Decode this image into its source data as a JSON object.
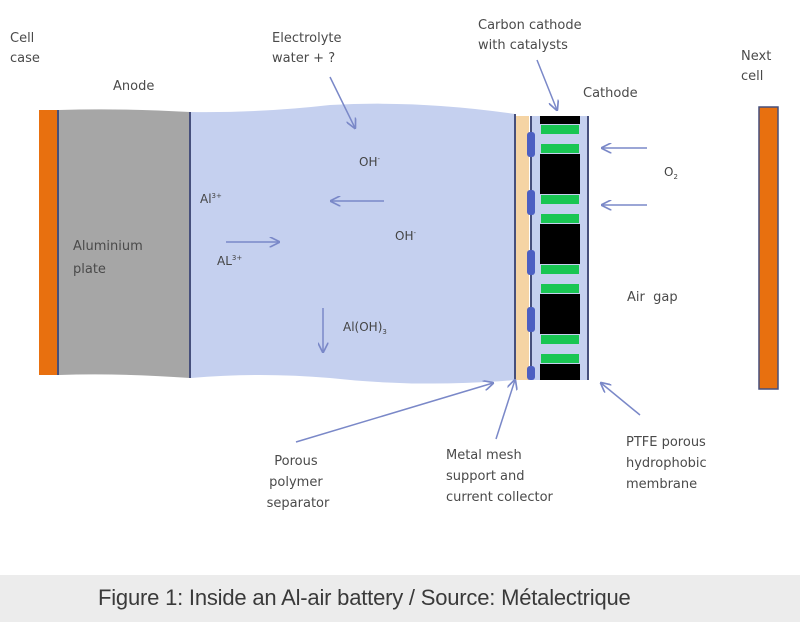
{
  "figure": {
    "caption": "Figure 1: Inside an Al-air battery / Source: Métalectrique",
    "colors": {
      "cell_case": "#e8700f",
      "aluminium_plate": "#a6a6a6",
      "electrolyte": "#c5d0ef",
      "separator": "#f5d4a4",
      "mesh": "#4c5fc2",
      "catalyst": "#19c653",
      "carbon": "#000000",
      "border_line": "#464f7c",
      "arrow": "#7a88c8"
    },
    "labels": {
      "cell_case": [
        "Cell",
        "case"
      ],
      "anode": "Anode",
      "electrolyte": [
        "Electrolyte",
        "water + ?"
      ],
      "carbon_cathode": [
        "Carbon cathode",
        "with catalysts"
      ],
      "cathode": "Cathode",
      "next_cell": [
        "Next",
        "cell"
      ],
      "aluminium_plate": [
        "Aluminium",
        "plate"
      ],
      "oh_top": {
        "base": "OH",
        "sup": "-"
      },
      "oh_mid": {
        "base": "OH",
        "sup": "-"
      },
      "al_top": {
        "base": "Al",
        "sup": "3+"
      },
      "al_mid": {
        "base": "AL",
        "sup": "3+"
      },
      "al_oh3": {
        "base": "Al(OH)",
        "sub": "3"
      },
      "o2": {
        "base": "O",
        "sub": "2"
      },
      "air_gap": "Air  gap",
      "separator": [
        "Porous",
        "polymer",
        "separator"
      ],
      "mesh": [
        "Metal mesh",
        "support and",
        "current collector"
      ],
      "ptfe": [
        "PTFE porous",
        "hydrophobic",
        "membrane"
      ]
    }
  }
}
